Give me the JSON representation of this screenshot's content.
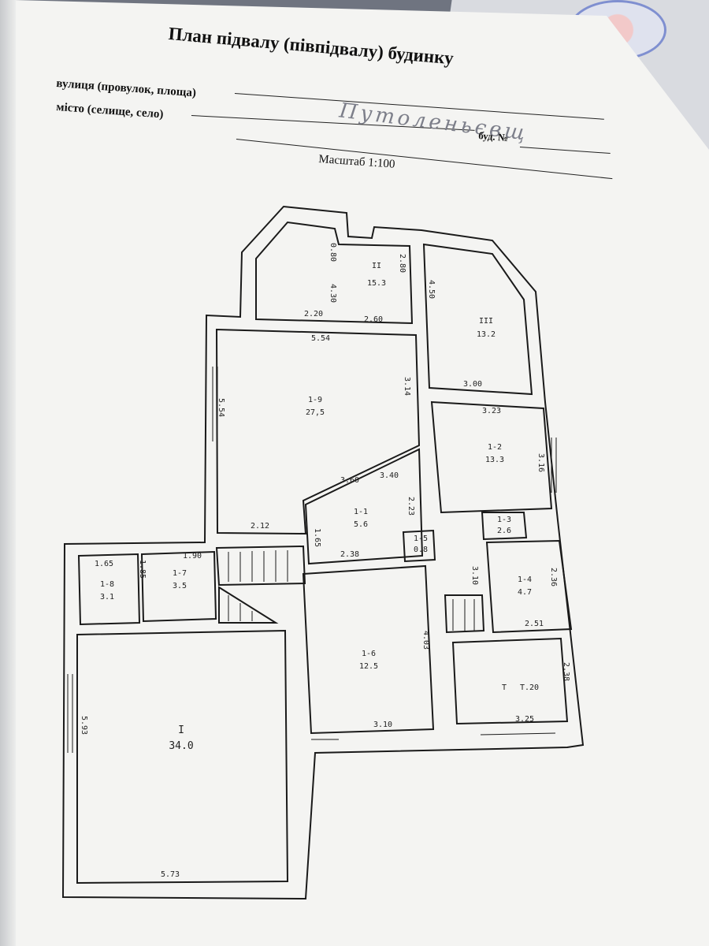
{
  "header": {
    "title": "План підвалу (півпідвалу) будинку",
    "street_label": "вулиця (провулок, площа)",
    "city_label": "місто (селище, село)",
    "city_value": "Путоленьєвщ",
    "building_label": "буд. №",
    "scale": "Масштаб 1:100"
  },
  "rooms": [
    {
      "id": "II",
      "area": "15.3"
    },
    {
      "id": "III",
      "area": "13.2"
    },
    {
      "id": "1-9",
      "area": "27,5"
    },
    {
      "id": "1-2",
      "area": "13.3"
    },
    {
      "id": "1-1",
      "area": "5.6"
    },
    {
      "id": "1-3",
      "area": "2.6"
    },
    {
      "id": "1-5",
      "area": "0.8"
    },
    {
      "id": "1-4",
      "area": "4.7"
    },
    {
      "id": "1-8",
      "area": "3.1"
    },
    {
      "id": "1-7",
      "area": "3.5"
    },
    {
      "id": "1-6",
      "area": "12.5"
    },
    {
      "id": "I",
      "area": "34.0"
    },
    {
      "id": "Т",
      "area": "Т.20"
    }
  ],
  "dimensions": [
    "0.80",
    "2.80",
    "4.30",
    "2.20",
    "2.60",
    "4.50",
    "5.54",
    "5.54",
    "3.14",
    "3.00",
    "3.23",
    "3.16",
    "3.60",
    "3.40",
    "2.23",
    "1.65",
    "2.12",
    "2.38",
    "1.90",
    "1.65",
    "1.85",
    "3.10",
    "2.36",
    "2.51",
    "4.03",
    "2.38",
    "3.10",
    "3.25",
    "5.93",
    "5.73"
  ]
}
